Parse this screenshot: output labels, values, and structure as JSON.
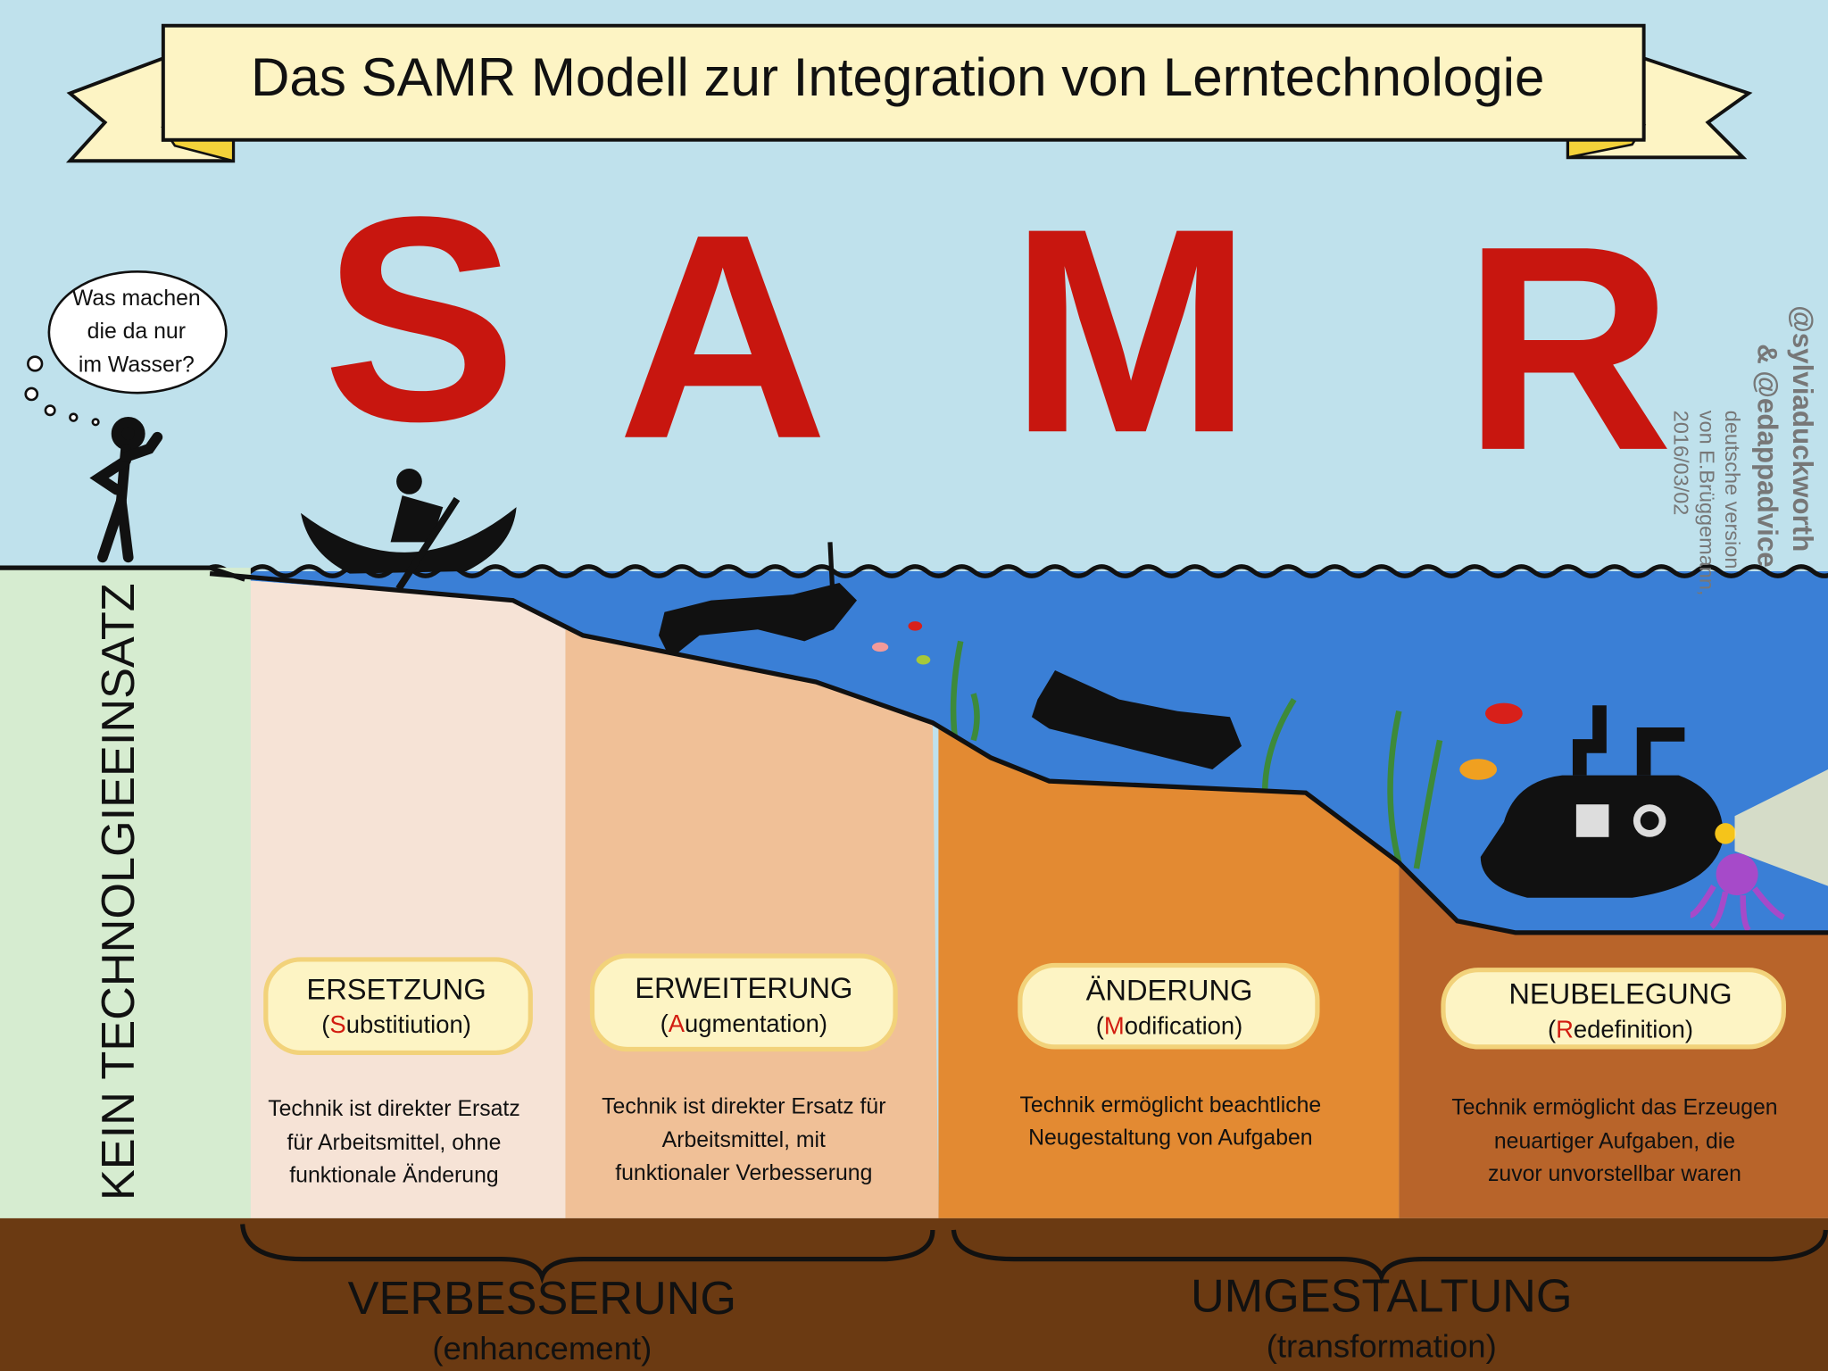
{
  "title": "Das SAMR Modell zur Integration von Lerntechnologie",
  "letters": [
    "S",
    "A",
    "M",
    "R"
  ],
  "thought_bubble": [
    "Was machen",
    "die da nur",
    "im Wasser?"
  ],
  "no_tech_label": "KEIN TECHNOLGIEEINSATZ",
  "levels": [
    {
      "name": "ERSETZUNG",
      "first": "S",
      "rest": "ubstitiution",
      "desc": [
        "Technik ist direkter Ersatz",
        "für Arbeitsmittel, ohne",
        "funktionale Änderung"
      ]
    },
    {
      "name": "ERWEITERUNG",
      "first": "A",
      "rest": "ugmentation",
      "desc": [
        "Technik ist direkter Ersatz für",
        "Arbeitsmittel, mit",
        "funktionaler Verbesserung"
      ]
    },
    {
      "name": "ÄNDERUNG",
      "first": "M",
      "rest": "odification",
      "desc": [
        "Technik ermöglicht beachtliche",
        "Neugestaltung von Aufgaben"
      ]
    },
    {
      "name": "NEUBELEGUNG",
      "first": "R",
      "rest": "edefinition",
      "desc": [
        "Technik ermöglicht das Erzeugen",
        "neuartiger Aufgaben, die",
        "zuvor unvorstellbar waren"
      ]
    }
  ],
  "groups": [
    {
      "name": "VERBESSERUNG",
      "sub": "(enhancement)"
    },
    {
      "name": "UMGESTALTUNG",
      "sub": "(transformation)"
    }
  ],
  "credits": {
    "author1": "@sylviaduckworth",
    "amp": "&",
    "author2": "@edappadvice",
    "line1": "deutsche version",
    "line2": "von E.Brüggemann,",
    "date": "2016/03/02"
  },
  "colors": {
    "sky": "#bfe1ec",
    "sea": "#3a7fd6",
    "red": "#c8160f",
    "banner": "#fdf4c4",
    "ground": "#6b3a12"
  }
}
